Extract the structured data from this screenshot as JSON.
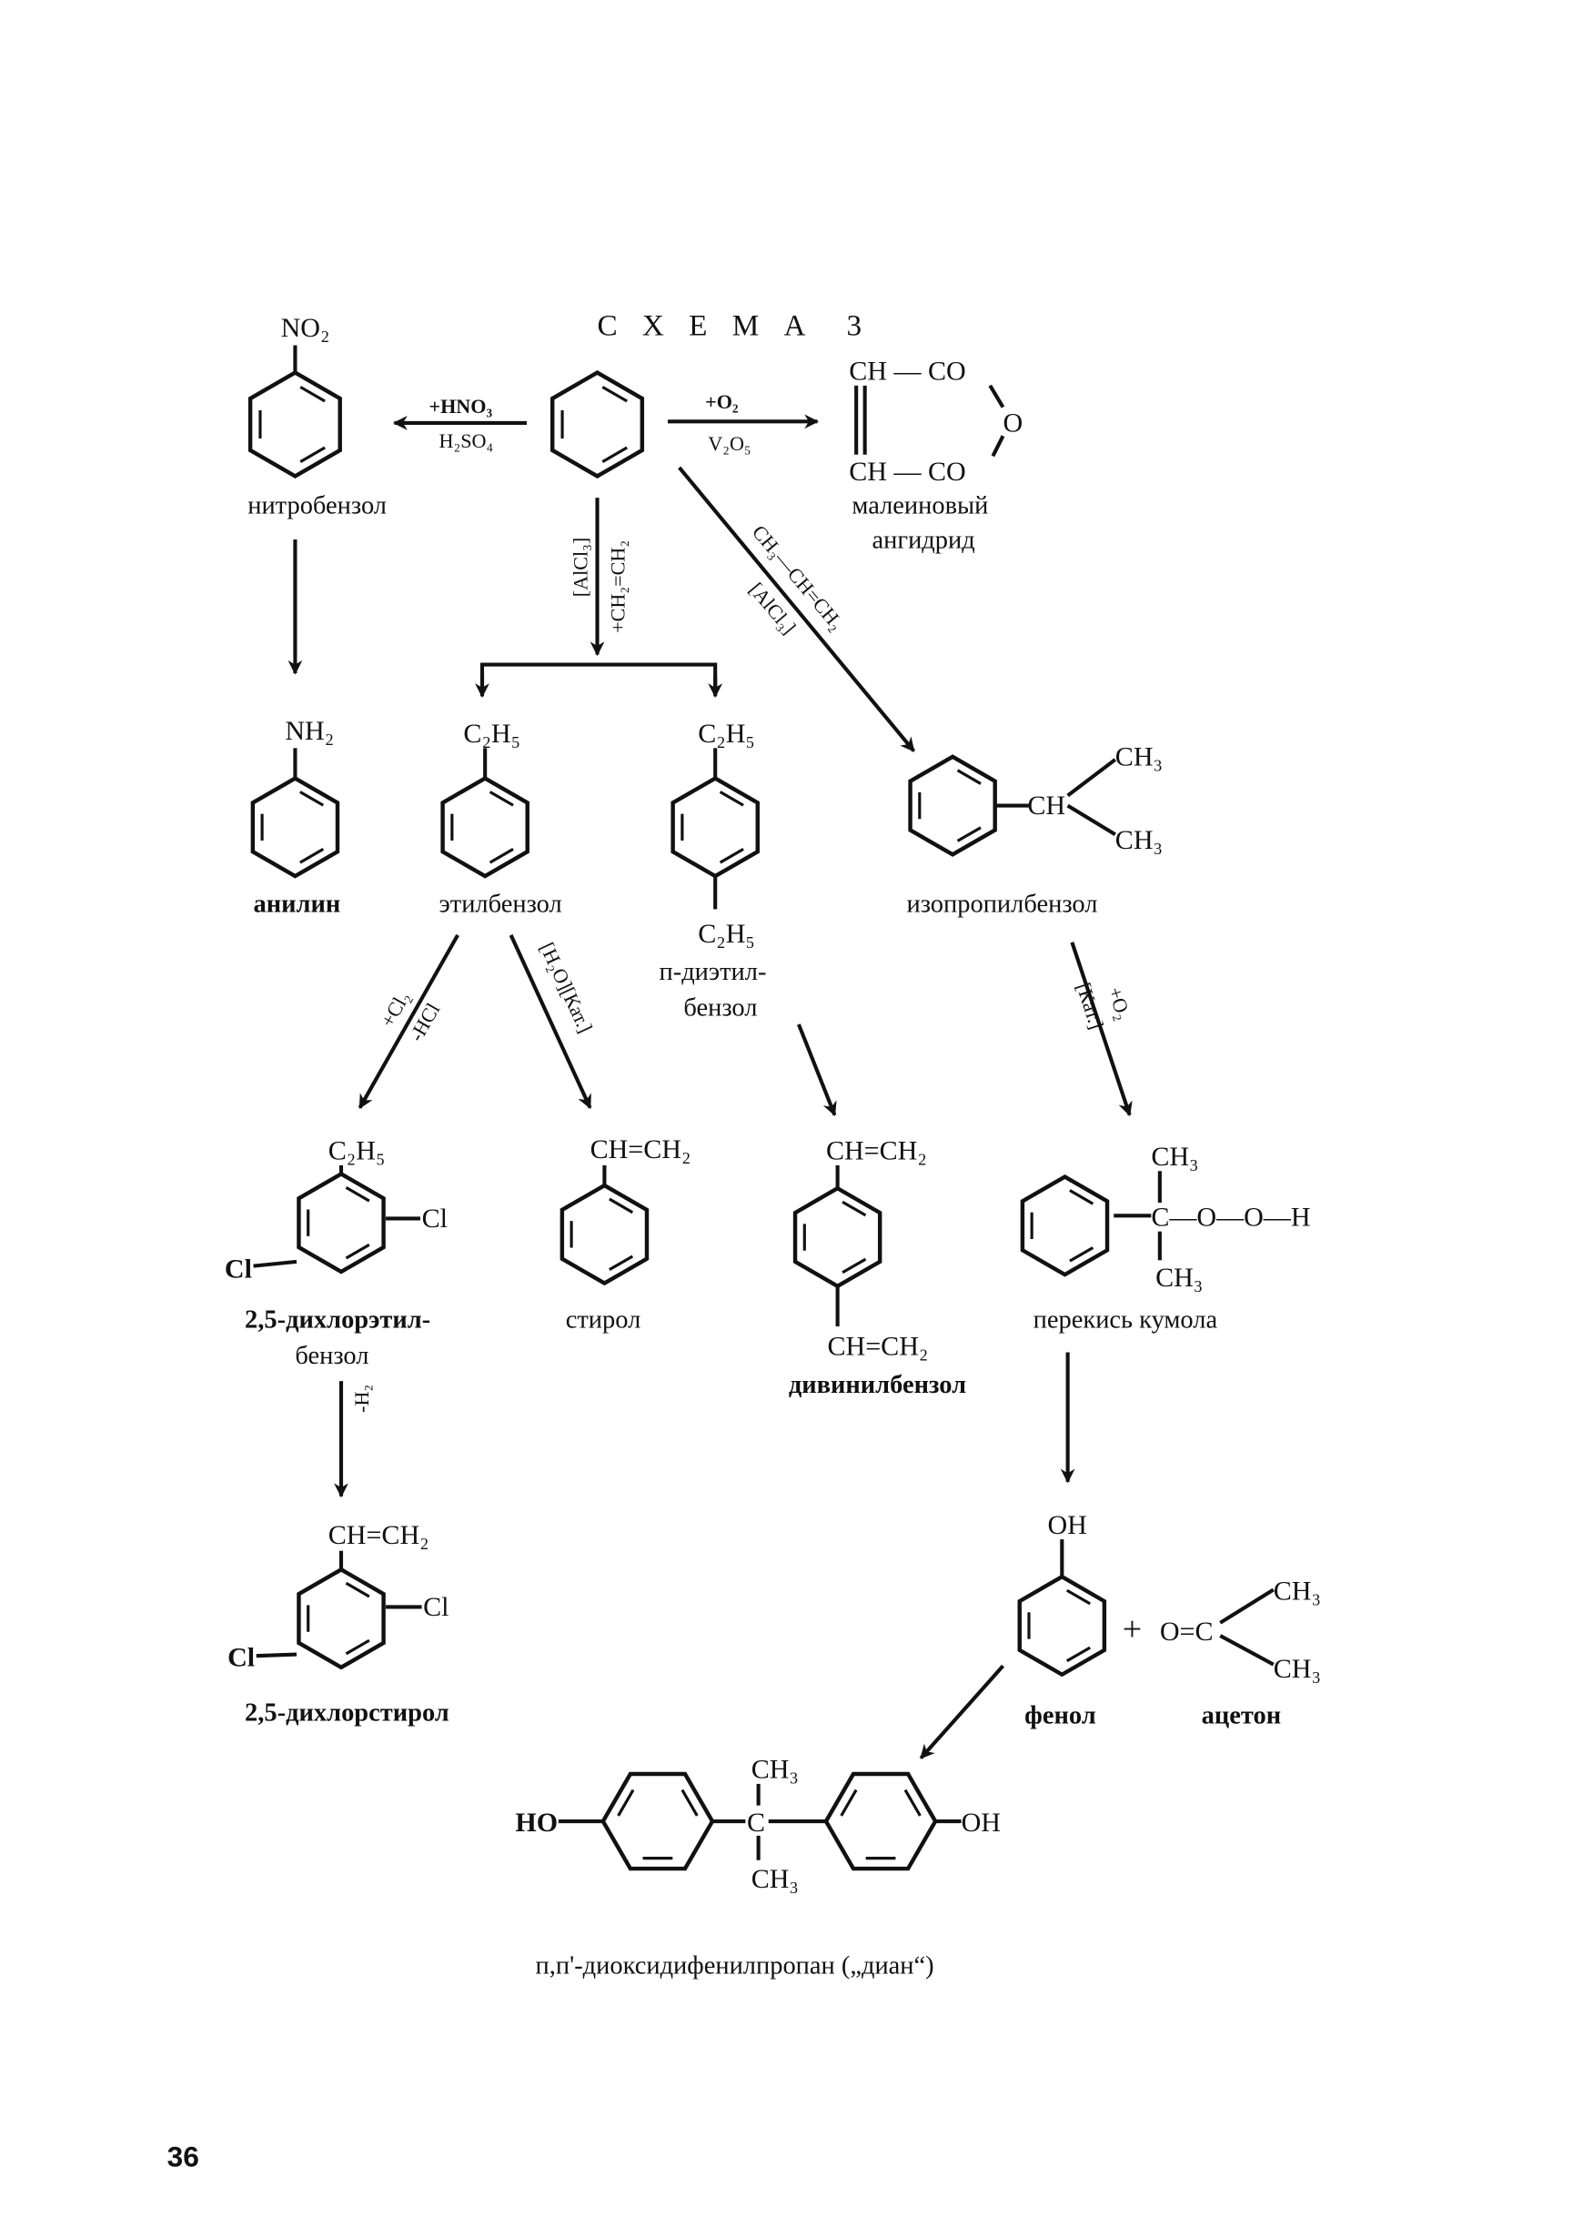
{
  "title": "С Х Е М А  3",
  "page_number": "36",
  "reagents": {
    "nitration_top": "+HNO₃",
    "nitration_bottom": "H₂SO₄",
    "oxidation_top": "+O₂",
    "oxidation_bottom": "V₂O₅",
    "alkylation_catalyst": "[AlCl₃]",
    "alkylation_reagent": "+CH₂=CH₂",
    "propylene_reagent": "CH₃—CH=CH₂",
    "propylene_catalyst": "[AlCl₃]",
    "chlorination_top": "+Cl₂",
    "chlorination_bottom": "-HCl",
    "dehydro_cat": "[H₂O][Кат.]",
    "cumene_cat": "[Кат.]",
    "cumene_o2": "+O₂",
    "dehydrogenation": "-H₂"
  },
  "groups": {
    "no2": "NO₂",
    "nh2": "NH₂",
    "c2h5": "C₂H₅",
    "ch3": "CH₃",
    "ch": "CH",
    "cl": "Cl",
    "vinyl": "CH=CH₂",
    "peroxide": "C—O—O—H",
    "oh": "OH",
    "ho": "HO",
    "c": "C",
    "plus": "+",
    "oc": "O=C",
    "maleic_top": "CH — CO",
    "maleic_o": "O",
    "maleic_bottom": "CH — CO"
  },
  "compounds": {
    "nitrobenzene": "нитробензол",
    "maleic_1": "малеиновый",
    "maleic_2": "ангидрид",
    "aniline": "анилин",
    "ethylbenzene": "этилбензол",
    "diethyl_1": "п-диэтил-",
    "diethyl_2": "бензол",
    "isopropylbenzene": "изопропилбензол",
    "dichloroethyl_1": "2,5-дихлорэтил-",
    "dichloroethyl_2": "бензол",
    "styrene": "стирол",
    "divinylbenzene": "дивинилбензол",
    "cumene_peroxide": "перекись кумола",
    "dichlorostyrene": "2,5-дихлорстирол",
    "phenol": "фенол",
    "acetone": "ацетон",
    "dian": "п,п'-диоксидифенилпропан („диан“)"
  }
}
